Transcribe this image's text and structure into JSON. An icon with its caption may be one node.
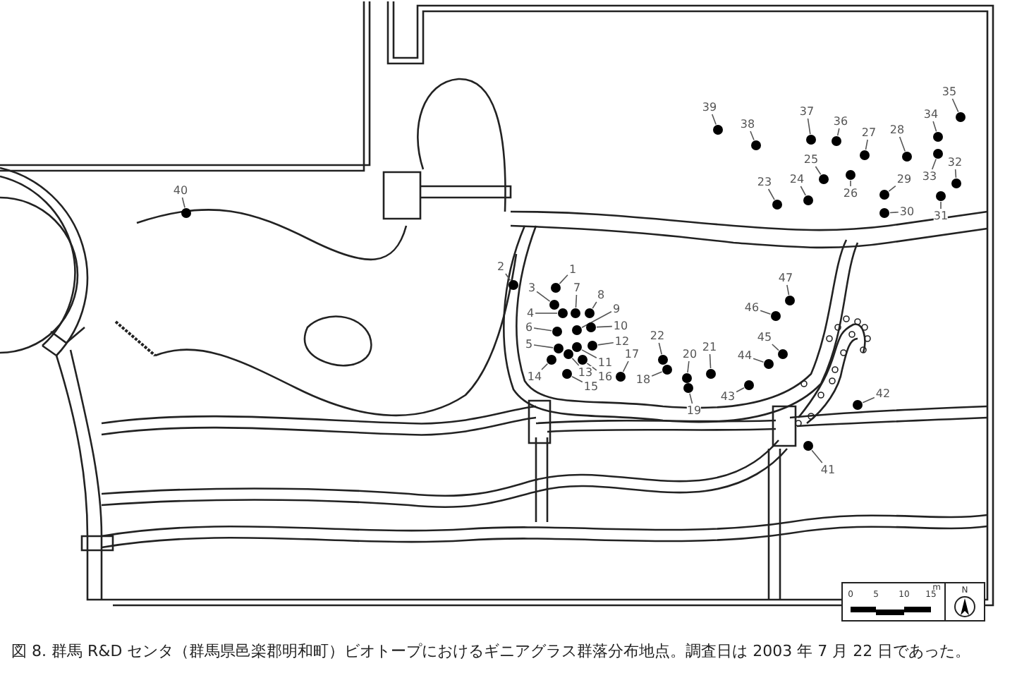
{
  "diagram": {
    "caption": "図 8. 群馬 R&D センタ（群馬県邑楽郡明和町）ビオトープにおけるギニアグラス群落分布地点。調査日は 2003 年 7 月 22 日であった。",
    "nodes": [
      {
        "text": [
          "1"
        ]
      },
      {
        "text": [],
        "shape": "circle"
      },
      {
        "text": [
          "2"
        ]
      },
      {
        "text": [],
        "shape": "circle"
      },
      {
        "text": [
          "3"
        ]
      },
      {
        "text": [],
        "shape": "circle"
      },
      {
        "text": [
          "4"
        ]
      },
      {
        "text": [],
        "shape": "circle"
      },
      {
        "text": [
          "5"
        ]
      },
      {
        "text": [],
        "shape": "circle"
      },
      {
        "text": [
          "6"
        ]
      },
      {
        "text": [],
        "shape": "circle"
      },
      {
        "text": [
          "7"
        ]
      },
      {
        "text": [],
        "shape": "circle"
      },
      {
        "text": [
          "8"
        ]
      },
      {
        "text": [],
        "shape": "circle"
      },
      {
        "text": [
          "9"
        ]
      },
      {
        "text": [],
        "shape": "circle"
      },
      {
        "text": [
          "10"
        ]
      },
      {
        "text": [],
        "shape": "circle"
      },
      {
        "text": [
          "11"
        ]
      },
      {
        "text": [],
        "shape": "circle"
      },
      {
        "text": [
          "12"
        ]
      },
      {
        "text": [],
        "shape": "circle"
      },
      {
        "text": [
          "13"
        ]
      },
      {
        "text": [],
        "shape": "circle"
      },
      {
        "text": [
          "14"
        ]
      },
      {
        "text": [],
        "shape": "circle"
      },
      {
        "text": [
          "15"
        ]
      },
      {
        "text": [],
        "shape": "circle"
      },
      {
        "text": [
          "16"
        ]
      },
      {
        "text": [],
        "shape": "circle"
      },
      {
        "text": [
          "17"
        ]
      },
      {
        "text": [],
        "shape": "circle"
      },
      {
        "text": [
          "18"
        ]
      },
      {
        "text": [],
        "shape": "circle"
      },
      {
        "text": [
          "19"
        ]
      },
      {
        "text": [],
        "shape": "circle"
      },
      {
        "text": [
          "20"
        ]
      },
      {
        "text": [],
        "shape": "circle"
      },
      {
        "text": [
          "21"
        ]
      },
      {
        "text": [],
        "shape": "circle"
      },
      {
        "text": [
          "22"
        ]
      },
      {
        "text": [],
        "shape": "circle"
      },
      {
        "text": [
          "23"
        ]
      },
      {
        "text": [],
        "shape": "circle"
      },
      {
        "text": [
          "24"
        ]
      },
      {
        "text": [],
        "shape": "circle"
      },
      {
        "text": [
          "25"
        ]
      },
      {
        "text": [],
        "shape": "circle"
      },
      {
        "text": [
          "26"
        ]
      },
      {
        "text": [],
        "shape": "circle"
      },
      {
        "text": [
          "27"
        ]
      },
      {
        "text": [],
        "shape": "circle"
      },
      {
        "text": [
          "28"
        ]
      },
      {
        "text": [],
        "shape": "circle"
      },
      {
        "text": [
          "29"
        ]
      },
      {
        "text": [],
        "shape": "circle"
      },
      {
        "text": [
          "30"
        ]
      },
      {
        "text": [],
        "shape": "circle"
      },
      {
        "text": [
          "31"
        ]
      },
      {
        "text": [],
        "shape": "circle"
      },
      {
        "text": [
          "32"
        ]
      },
      {
        "text": [],
        "shape": "circle"
      },
      {
        "text": [
          "33"
        ]
      },
      {
        "text": [],
        "shape": "circle"
      },
      {
        "text": [
          "34"
        ]
      },
      {
        "text": [],
        "shape": "circle"
      },
      {
        "text": [
          "35"
        ]
      },
      {
        "text": [],
        "shape": "circle"
      },
      {
        "text": [
          "36"
        ]
      },
      {
        "text": [],
        "shape": "circle"
      },
      {
        "text": [
          "37"
        ]
      },
      {
        "text": [],
        "shape": "circle"
      },
      {
        "text": [
          "38"
        ]
      },
      {
        "text": [],
        "shape": "circle"
      },
      {
        "text": [
          "39"
        ]
      },
      {
        "text": [],
        "shape": "circle"
      },
      {
        "text": [
          "40"
        ]
      },
      {
        "text": [],
        "shape": "circle"
      },
      {
        "text": [
          "41"
        ]
      },
      {
        "text": [],
        "shape": "circle"
      },
      {
        "text": [
          "42"
        ]
      },
      {
        "text": [],
        "shape": "circle"
      },
      {
        "text": [
          "43"
        ]
      },
      {
        "text": [],
        "shape": "circle"
      },
      {
        "text": [
          "44"
        ]
      },
      {
        "text": [],
        "shape": "circle"
      },
      {
        "text": [
          "45"
        ]
      },
      {
        "text": [],
        "shape": "circle"
      },
      {
        "text": [
          "46"
        ]
      },
      {
        "text": [],
        "shape": "circle"
      },
      {
        "text": [
          "47"
        ]
      },
      {
        "text": [],
        "shape": "circle"
      }
    ],
    "edges": [
      {
        "from": 0,
        "to": 1,
        "arrow": "none"
      },
      {
        "from": 2,
        "to": 3,
        "arrow": "none"
      },
      {
        "from": 4,
        "to": 5,
        "arrow": "none"
      },
      {
        "from": 6,
        "to": 7,
        "arrow": "none"
      },
      {
        "from": 8,
        "to": 9,
        "arrow": "none"
      },
      {
        "from": 10,
        "to": 11,
        "arrow": "none"
      },
      {
        "from": 12,
        "to": 13,
        "arrow": "none"
      },
      {
        "from": 14,
        "to": 15,
        "arrow": "none"
      },
      {
        "from": 16,
        "to": 17,
        "arrow": "none"
      },
      {
        "from": 18,
        "to": 19,
        "arrow": "none"
      },
      {
        "from": 20,
        "to": 21,
        "arrow": "none"
      },
      {
        "from": 22,
        "to": 23,
        "arrow": "none"
      },
      {
        "from": 24,
        "to": 25,
        "arrow": "none"
      },
      {
        "from": 26,
        "to": 27,
        "arrow": "none"
      },
      {
        "from": 28,
        "to": 29,
        "arrow": "none"
      },
      {
        "from": 30,
        "to": 31,
        "arrow": "none"
      },
      {
        "from": 32,
        "to": 33,
        "arrow": "none"
      },
      {
        "from": 34,
        "to": 35,
        "arrow": "none"
      },
      {
        "from": 36,
        "to": 37,
        "arrow": "none"
      },
      {
        "from": 38,
        "to": 39,
        "arrow": "none"
      },
      {
        "from": 40,
        "to": 41,
        "arrow": "none"
      },
      {
        "from": 42,
        "to": 43,
        "arrow": "none"
      },
      {
        "from": 44,
        "to": 45,
        "arrow": "none"
      },
      {
        "from": 46,
        "to": 47,
        "arrow": "none"
      },
      {
        "from": 48,
        "to": 49,
        "arrow": "none"
      },
      {
        "from": 50,
        "to": 51,
        "arrow": "none"
      },
      {
        "from": 52,
        "to": 53,
        "arrow": "none"
      },
      {
        "from": 54,
        "to": 55,
        "arrow": "none"
      },
      {
        "from": 56,
        "to": 57,
        "arrow": "none"
      },
      {
        "from": 58,
        "to": 59,
        "arrow": "none"
      },
      {
        "from": 60,
        "to": 61,
        "arrow": "none"
      },
      {
        "from": 62,
        "to": 63,
        "arrow": "none"
      },
      {
        "from": 64,
        "to": 65,
        "arrow": "none"
      },
      {
        "from": 66,
        "to": 67,
        "arrow": "none"
      },
      {
        "from": 68,
        "to": 69,
        "arrow": "none"
      },
      {
        "from": 70,
        "to": 71,
        "arrow": "none"
      },
      {
        "from": 72,
        "to": 73,
        "arrow": "none"
      },
      {
        "from": 74,
        "to": 75,
        "arrow": "none"
      },
      {
        "from": 76,
        "to": 77,
        "arrow": "none"
      },
      {
        "from": 78,
        "to": 79,
        "arrow": "none"
      },
      {
        "from": 80,
        "to": 81,
        "arrow": "none"
      },
      {
        "from": 82,
        "to": 83,
        "arrow": "none"
      },
      {
        "from": 84,
        "to": 85,
        "arrow": "none"
      },
      {
        "from": 86,
        "to": 87,
        "arrow": "none"
      },
      {
        "from": 88,
        "to": 89,
        "arrow": "none"
      },
      {
        "from": 90,
        "to": 91,
        "arrow": "none"
      },
      {
        "from": 92,
        "to": 93,
        "arrow": "none"
      }
    ],
    "labels": [
      "0",
      "5",
      "10",
      "15",
      "m",
      "N"
    ]
  }
}
